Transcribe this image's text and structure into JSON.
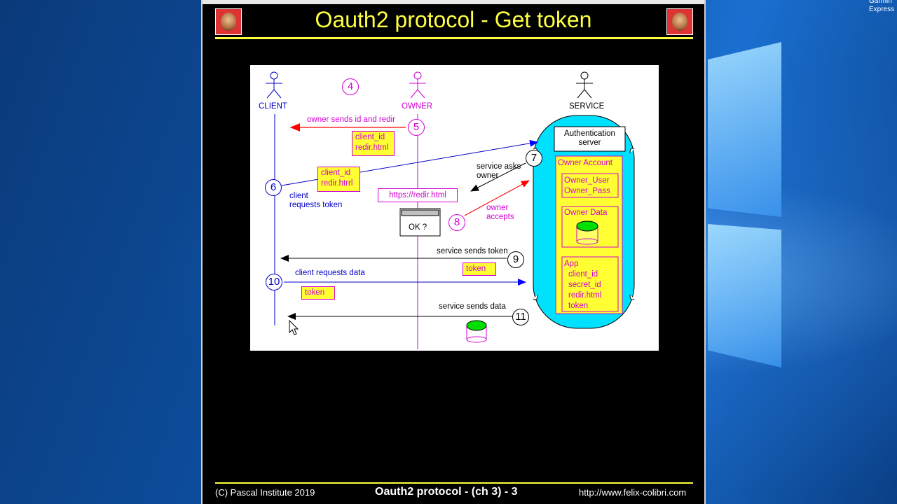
{
  "desktop": {
    "tray_text_1": "Garmin",
    "tray_text_2": "Express"
  },
  "slide": {
    "title": "Oauth2 protocol - Get token",
    "footer_left": "(C) Pascal Institute 2019",
    "footer_center": "Oauth2 protocol - (ch 3) - 3",
    "footer_right": "http://www.felix-colibri.com"
  },
  "diagram": {
    "actors": {
      "client": "CLIENT",
      "owner": "OWNER",
      "service": "SERVICE"
    },
    "steps": {
      "s4": "4",
      "s5": "5",
      "s6": "6",
      "s7": "7",
      "s8": "8",
      "s9": "9",
      "s10": "10",
      "s11": "11"
    },
    "messages": {
      "owner_sends": "owner sends id and redir",
      "client_requests_token_1": "client",
      "client_requests_token_2": "requests token",
      "service_asks_1": "service asks",
      "service_asks_2": "owner",
      "owner_accepts_1": "owner",
      "owner_accepts_2": "accepts",
      "service_sends_token": "service sends token",
      "client_requests_data": "client requests data",
      "service_sends_data": "service sends data"
    },
    "boxes": {
      "owner_box_1": "client_id",
      "owner_box_2": "redir.html",
      "client_box_1": "client_id",
      "client_box_2": "redir.htrrl",
      "redir_url": "https://redir.html",
      "dialog_ok": "OK ?",
      "token_service": "token",
      "token_client": "token"
    },
    "service_panel": {
      "auth_server_1": "Authentication",
      "auth_server_2": "server",
      "owner_account": "Owner Account",
      "owner_user": "Owner_User",
      "owner_pass": "Owner_Pass",
      "owner_data": "Owner Data",
      "app": "App",
      "app_client_id": "client_id",
      "app_secret_id": "secret_id",
      "app_redir": "redir.html",
      "app_token": "token"
    },
    "colors": {
      "client": "#0000c8",
      "owner": "#d400d4",
      "arrow_red": "#ff0000",
      "service_bg": "#00e0ff",
      "box_yellow": "#ffff33"
    }
  }
}
